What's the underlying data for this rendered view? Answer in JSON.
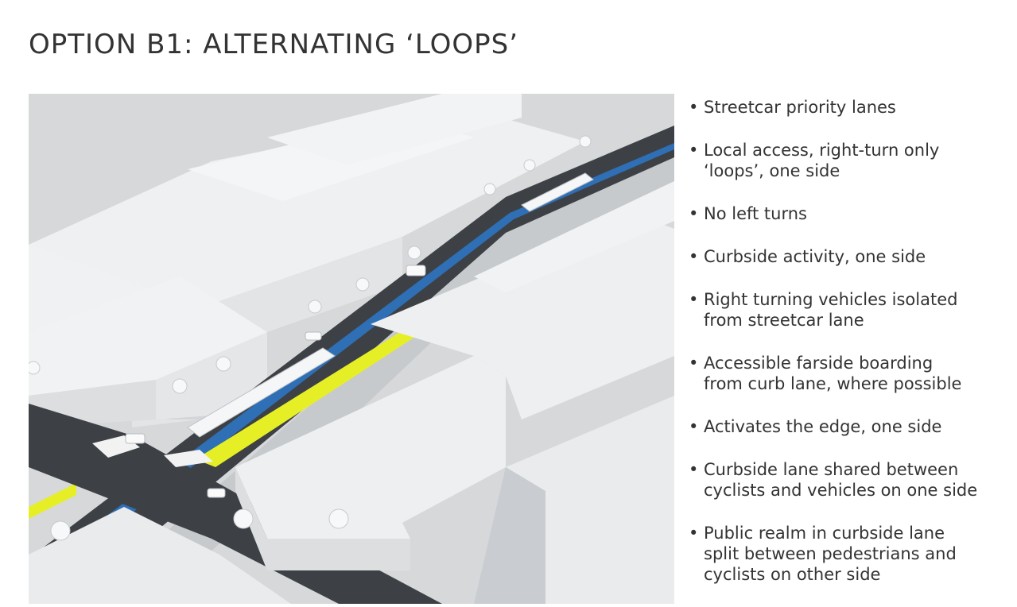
{
  "page": {
    "title": "OPTION B1: ALTERNATING ‘LOOPS’"
  },
  "figure": {
    "kind": "3d-street-rendering",
    "colors": {
      "streetcar_lane": "#e6ef26",
      "bike_lane": "#2f6fb5",
      "roadway": "#3d4145",
      "buildings": "#eceeef",
      "ground": "#d6d8da"
    }
  },
  "bullets": [
    {
      "text": "Streetcar priority lanes"
    },
    {
      "text": "Local access, right-turn only\n‘loops’, one side"
    },
    {
      "text": "No left turns"
    },
    {
      "text": "Curbside activity, one side"
    },
    {
      "text": "Right turning vehicles isolated\nfrom streetcar lane"
    },
    {
      "text": "Accessible farside boarding\nfrom curb lane, where possible"
    },
    {
      "text": "Activates the edge, one side"
    },
    {
      "text": "Curbside lane shared between\ncyclists and vehicles on one side"
    },
    {
      "text": "Public realm in curbside lane\nsplit between pedestrians and\ncyclists on other side"
    }
  ]
}
